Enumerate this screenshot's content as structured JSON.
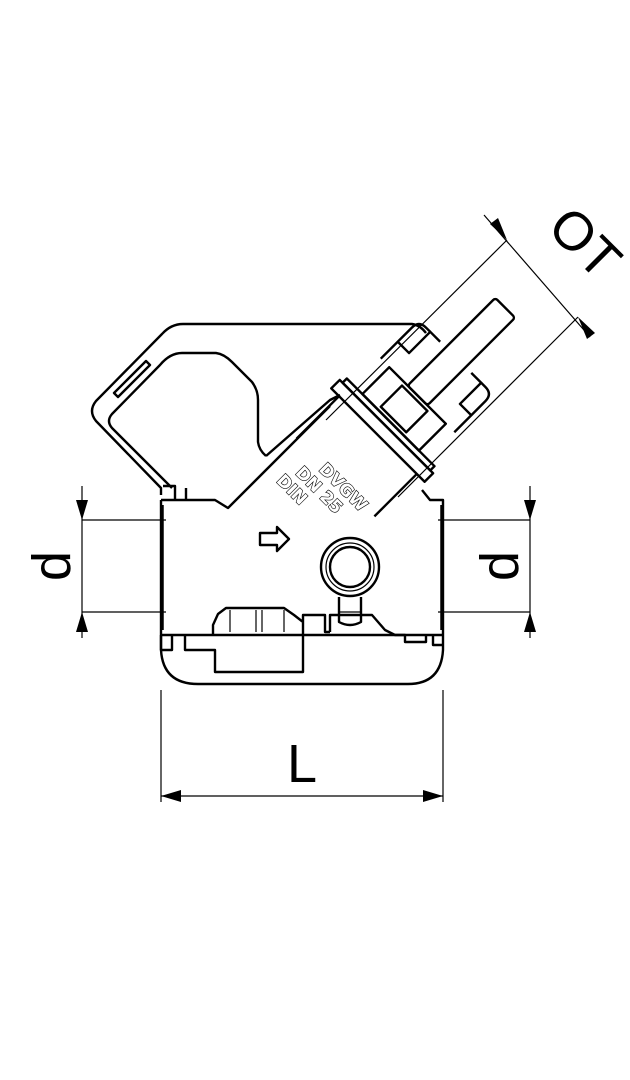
{
  "drawing": {
    "dimensions": {
      "ot_label": "OT",
      "d_left_label": "d",
      "d_right_label": "d",
      "l_label": "L"
    },
    "markings": {
      "line1": "DVGW",
      "line2": "DN 25",
      "line3": "DIN"
    },
    "line_color": "#000000",
    "background_color": "#ffffff"
  }
}
